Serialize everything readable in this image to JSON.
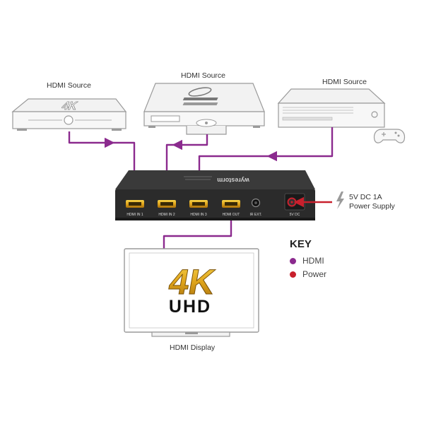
{
  "sources": {
    "left_label": "HDMI Source",
    "middle_label": "HDMI Source",
    "right_label": "HDMI Source",
    "left_badge": "4K"
  },
  "switch": {
    "port_labels": [
      "HDMI IN 1",
      "HDMI IN 2",
      "HDMI IN 3",
      "HDMI OUT",
      "IR EXT.",
      "5V DC"
    ]
  },
  "power_supply": {
    "line1": "5V DC 1A",
    "line2": "Power Supply"
  },
  "display": {
    "label": "HDMI Display",
    "badge_top": "4K",
    "badge_bottom": "UHD"
  },
  "key": {
    "title": "KEY",
    "items": [
      {
        "label": "HDMI",
        "color": "#8b2a8e"
      },
      {
        "label": "Power",
        "color": "#c8202d"
      }
    ]
  },
  "colors": {
    "hdmi": "#8b2a8e",
    "power": "#c8202d",
    "outline": "#9a9a9a",
    "device_fill": "#f2f2f2",
    "switch_body": "#2b2b2b",
    "gold": "#d9a21b"
  }
}
